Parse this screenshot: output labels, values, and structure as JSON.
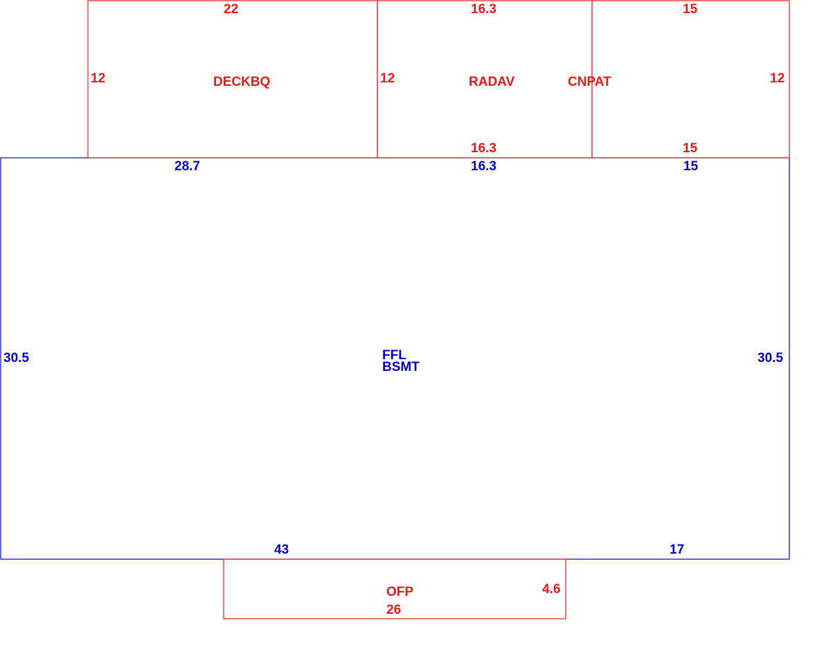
{
  "colors": {
    "deck_lines": "#e41b17",
    "main_lines": "#0000cc",
    "background": "#ffffff"
  },
  "areas": {
    "deckbq": {
      "name": "DECKBQ",
      "top": "22",
      "left": "12"
    },
    "radav": {
      "name": "RADAV",
      "top": "16.3",
      "left": "12",
      "bottom": "16.3"
    },
    "cnpat": {
      "name": "CNPAT",
      "top": "15",
      "right": "12",
      "bottom": "15"
    },
    "main": {
      "name_line1": "FFL",
      "name_line2": "BSMT",
      "top_left": "28.7",
      "top_mid": "16.3",
      "top_right": "15",
      "left": "30.5",
      "right": "30.5",
      "bottom_left": "43",
      "bottom_right": "17"
    },
    "ofp": {
      "name": "OFP",
      "right": "4.6",
      "bottom": "26"
    }
  }
}
